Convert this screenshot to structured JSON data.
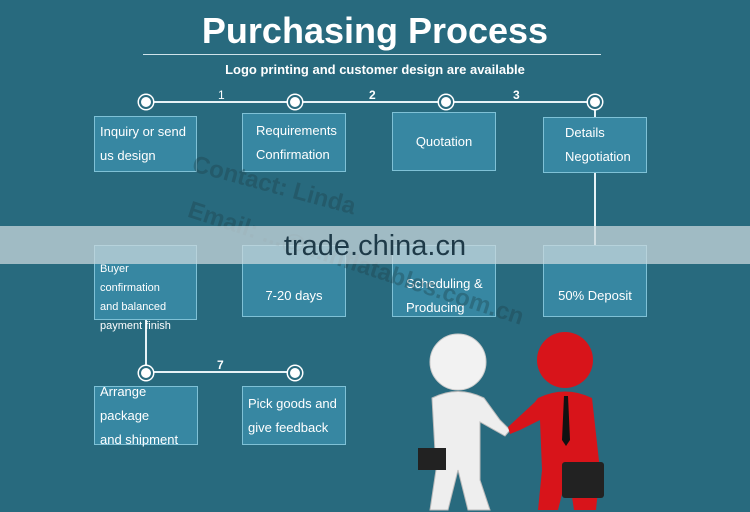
{
  "title": "Purchasing Process",
  "subtitle": "Logo printing and customer design are available",
  "step_numbers": [
    "1",
    "2",
    "3",
    "7"
  ],
  "steps": [
    {
      "lines": [
        "Inquiry or send",
        "us design"
      ]
    },
    {
      "lines": [
        "Requirements",
        "Confirmation"
      ]
    },
    {
      "lines": [
        "Quotation"
      ]
    },
    {
      "lines": [
        "Details",
        "Negotiation"
      ]
    },
    {
      "lines": [
        "50% Deposit"
      ]
    },
    {
      "lines": [
        "Scheduling &",
        "Producing"
      ]
    },
    {
      "lines": [
        "7-20 days"
      ]
    },
    {
      "lines": [
        "Buyer confirmation",
        "and balanced",
        "payment finish"
      ]
    },
    {
      "lines": [
        "Arrange package",
        "and shipment"
      ]
    },
    {
      "lines": [
        "Pick goods and",
        "give feedback"
      ]
    }
  ],
  "watermark": {
    "contact": "Contact:   Linda",
    "email": "Email: ...@...inflatables.com.cn",
    "banner": "trade.china.cn"
  }
}
